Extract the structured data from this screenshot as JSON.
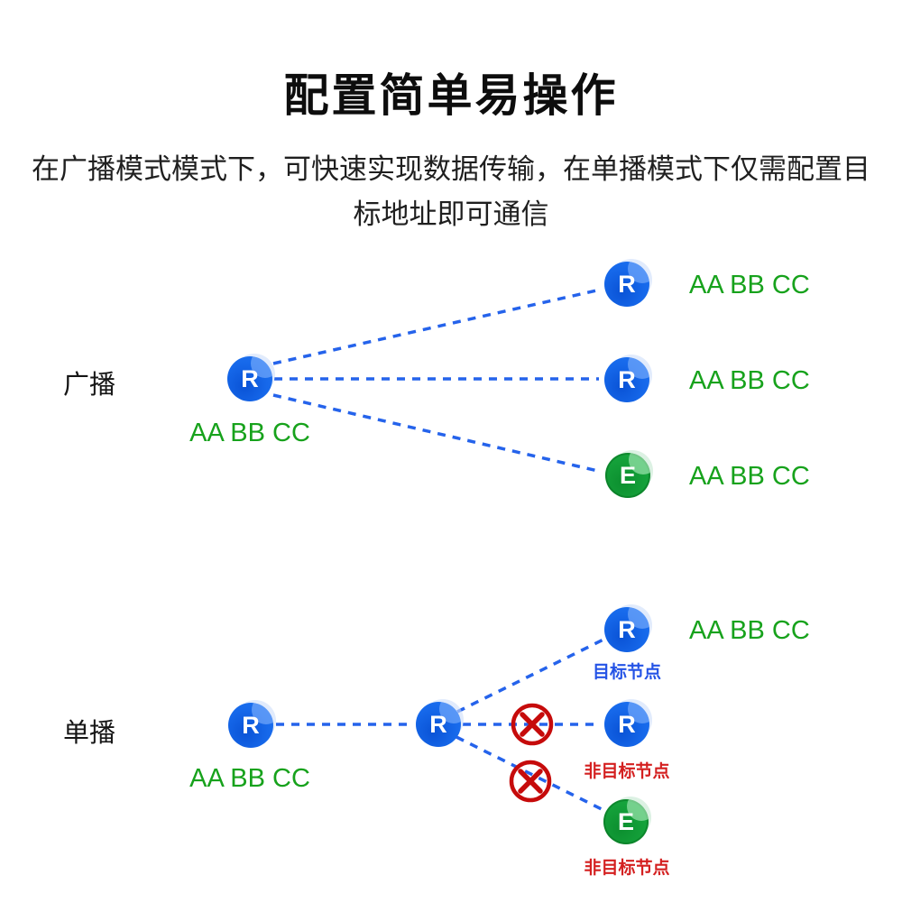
{
  "page": {
    "title": "配置简单易操作",
    "subtitle": "在广播模式模式下，可快速实现数据传输，在单播模式下仅需配置目标地址即可通信"
  },
  "colors": {
    "node_blue": "#1668ea",
    "node_green": "#15a23b",
    "dashed_line_blue": "#2563eb",
    "address_green": "#17a21c",
    "target_label_blue": "#2453e6",
    "blocked_red": "#c60b0b",
    "title_black": "#0d0d0d"
  },
  "icons": {
    "blocked_icon": "⊗"
  },
  "broadcast": {
    "section_label": "广播",
    "source": {
      "letter": "R",
      "address": "AA BB CC"
    },
    "targets": [
      {
        "letter": "R",
        "address": "AA BB CC"
      },
      {
        "letter": "R",
        "address": "AA BB CC"
      },
      {
        "letter": "E",
        "address": "AA BB CC"
      }
    ]
  },
  "unicast": {
    "section_label": "单播",
    "source": {
      "letter": "R",
      "address": "AA BB CC"
    },
    "relay": {
      "letter": "R"
    },
    "targets": [
      {
        "letter": "R",
        "label": "目标节点",
        "address": "AA BB CC",
        "blocked": false
      },
      {
        "letter": "R",
        "label": "非目标节点",
        "blocked": true
      },
      {
        "letter": "E",
        "label": "非目标节点",
        "blocked": true
      }
    ]
  }
}
